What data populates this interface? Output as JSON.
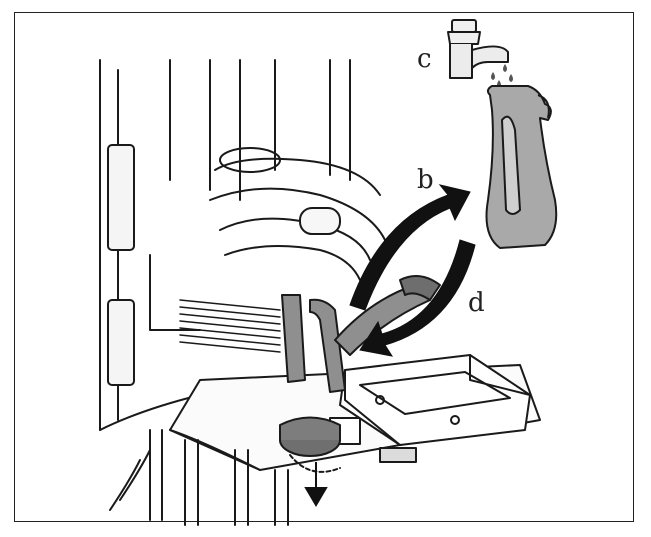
{
  "labels": {
    "c": "c",
    "b": "b",
    "d": "d"
  },
  "colors": {
    "line": "#1a1a1a",
    "gray_fill": "#9b9b9b",
    "light_fill": "#f2f2f2",
    "dark_fill": "#4a4a4a"
  },
  "icons": {
    "tap": "water-tap-icon",
    "jug": "water-jug-icon",
    "rotate": "rotate-arrows-icon",
    "drain": "drain-arrow-icon"
  }
}
